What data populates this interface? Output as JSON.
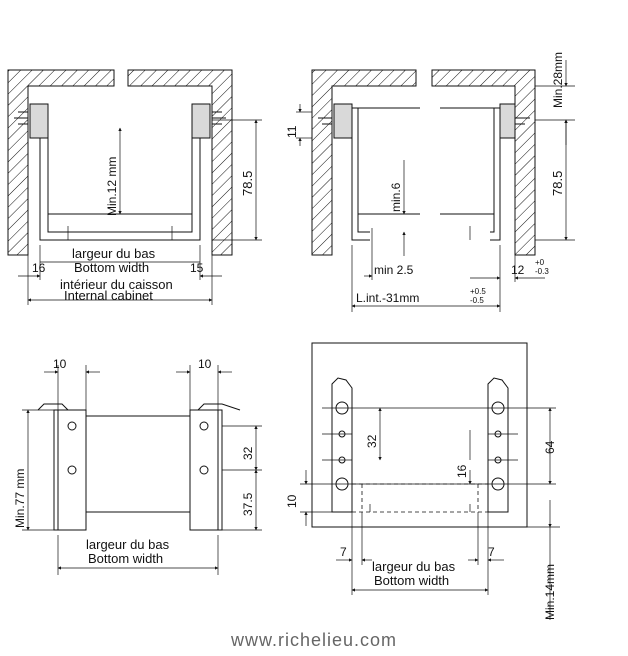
{
  "diagram": {
    "top_left": {
      "label_min12": "Min.12 mm",
      "label_785": "78.5",
      "label_bottom_fr": "largeur du bas",
      "label_bottom_en": "Bottom width",
      "label_16": "16",
      "label_15": "15",
      "label_interior_fr": "intérieur du caisson",
      "label_interior_en": "Internal cabinet"
    },
    "top_right": {
      "label_11": "11",
      "label_min28": "Min.28mm",
      "label_min6": "min.6",
      "label_785": "78.5",
      "label_min25": "min 2.5",
      "label_12": "12",
      "label_12_tol_plus": "+0",
      "label_12_tol_minus": "-0.3",
      "label_lint": "L.int.-31mm",
      "label_lint_tol_plus": "+0.5",
      "label_lint_tol_minus": "-0.5"
    },
    "bottom_left": {
      "label_10_left": "10",
      "label_10_right": "10",
      "label_min77": "Min.77 mm",
      "label_32": "32",
      "label_375": "37.5",
      "label_bottom_fr": "largeur du bas",
      "label_bottom_en": "Bottom width"
    },
    "bottom_right": {
      "label_32": "32",
      "label_64": "64",
      "label_16": "16",
      "label_10": "10",
      "label_7_left": "7",
      "label_7_right": "7",
      "label_bottom_fr": "largeur du bas",
      "label_bottom_en": "Bottom width",
      "label_min14": "Min.14mm"
    },
    "footer": "www.richelieu.com"
  }
}
